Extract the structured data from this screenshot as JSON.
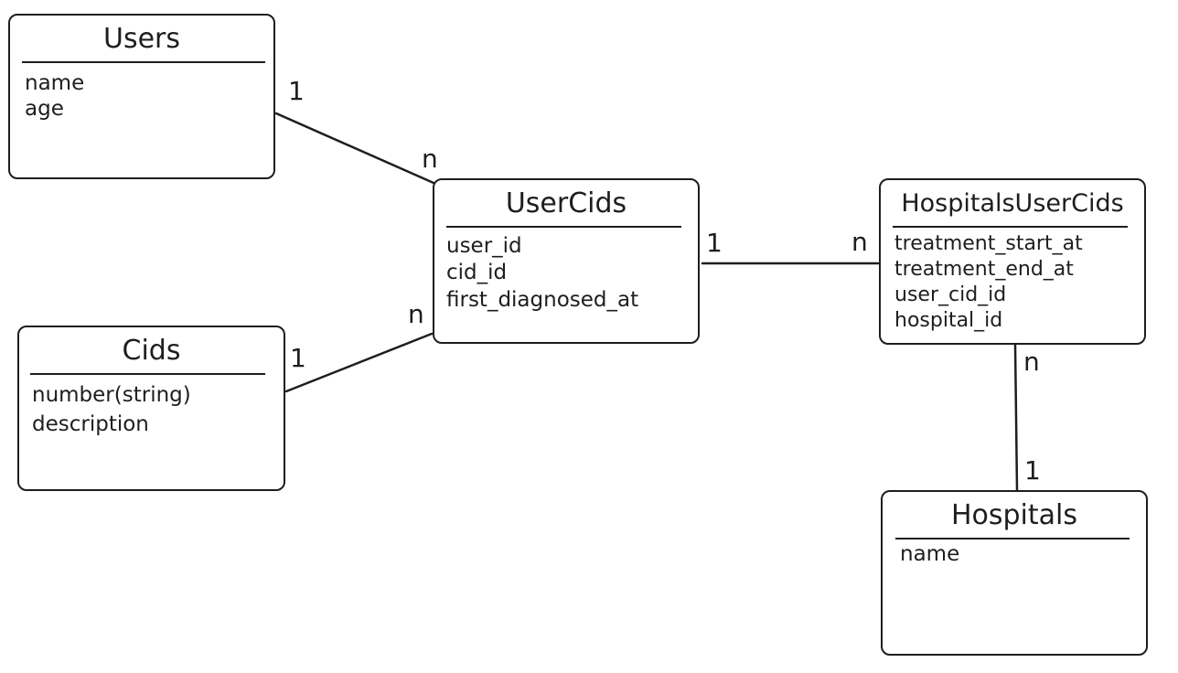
{
  "entities": {
    "users": {
      "title": "Users",
      "fields": [
        "name",
        "age"
      ]
    },
    "cids": {
      "title": "Cids",
      "fields": [
        "number(string)",
        "description"
      ]
    },
    "user_cids": {
      "title": "UserCids",
      "fields": [
        "user_id",
        "cid_id",
        "first_diagnosed_at"
      ]
    },
    "hospitals_user_cids": {
      "title": "HospitalsUserCids",
      "fields": [
        "treatment_start_at",
        "treatment_end_at",
        "user_cid_id",
        "hospital_id"
      ]
    },
    "hospitals": {
      "title": "Hospitals",
      "fields": [
        "name"
      ]
    }
  },
  "relationships": [
    {
      "from": "users",
      "to": "user_cids",
      "from_card": "1",
      "to_card": "n"
    },
    {
      "from": "cids",
      "to": "user_cids",
      "from_card": "1",
      "to_card": "n"
    },
    {
      "from": "user_cids",
      "to": "hospitals_user_cids",
      "from_card": "1",
      "to_card": "n"
    },
    {
      "from": "hospitals",
      "to": "hospitals_user_cids",
      "from_card": "1",
      "to_card": "n"
    }
  ],
  "colors": {
    "stroke": "#1e1e1e",
    "background": "#ffffff"
  }
}
